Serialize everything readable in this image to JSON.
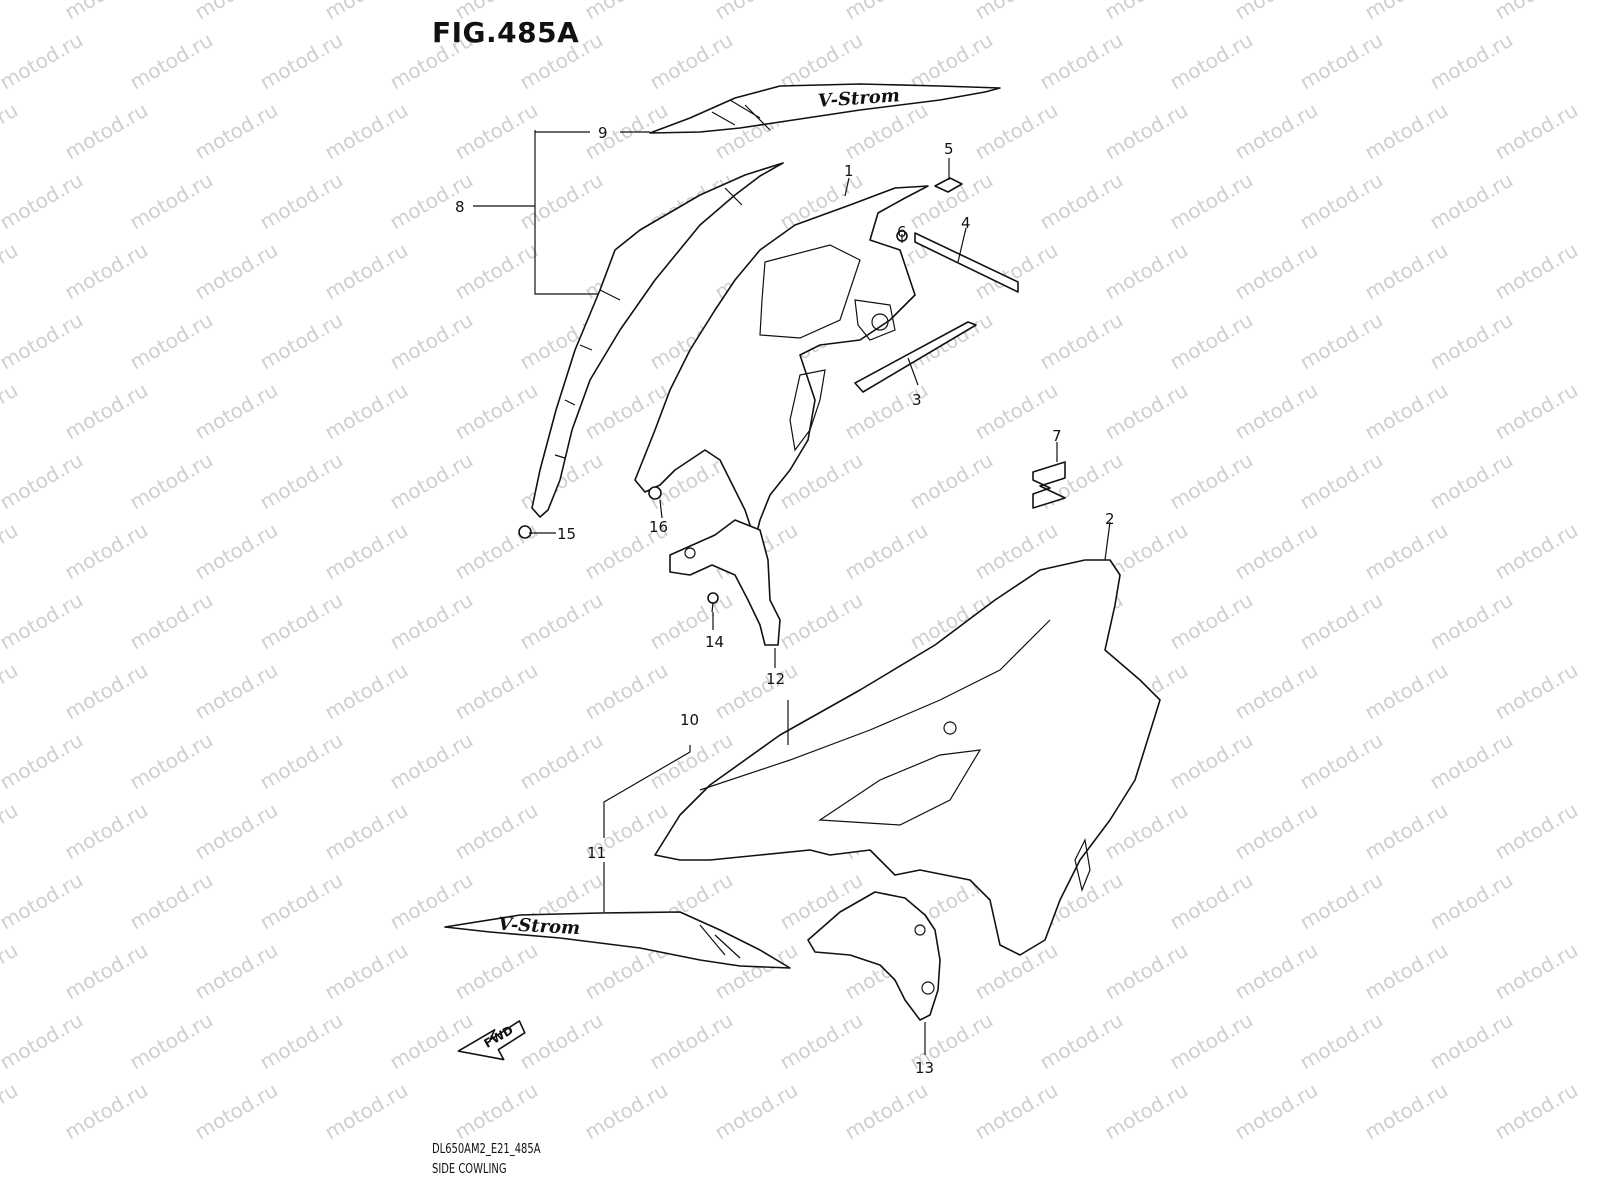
{
  "figure": {
    "title": "FIG.485A",
    "code": "DL650AM2_E21_485A",
    "name": "SIDE COWLING",
    "watermark": "motod.ru"
  },
  "labels": [
    "1",
    "2",
    "3",
    "4",
    "5",
    "6",
    "7",
    "8",
    "9",
    "10",
    "11",
    "12",
    "13",
    "14",
    "15",
    "16"
  ],
  "decal_text": "V-Strom",
  "fwd_text": "FWD"
}
